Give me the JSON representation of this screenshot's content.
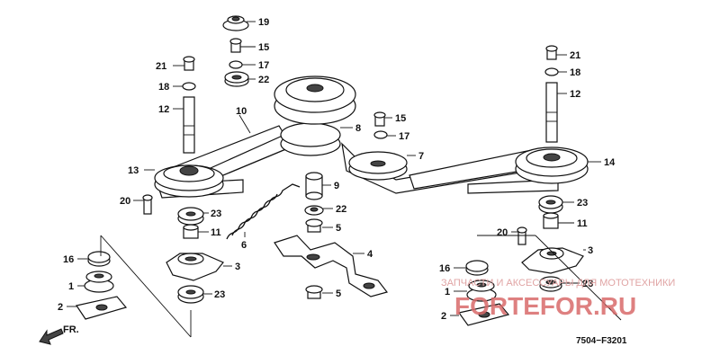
{
  "diagram": {
    "code": "7504−F3201",
    "watermark_line": "ЗАПЧАСТИ И АКСЕССУАРЫ ДЛЯ МОТОТЕХНИКИ",
    "watermark_brand": "FORTEFOR.RU",
    "direction_label": "FR.",
    "callouts": {
      "c19": "19",
      "c15a": "15",
      "c17a": "17",
      "c22a": "22",
      "c21a": "21",
      "c18a": "18",
      "c12a": "12",
      "c10": "10",
      "c8": "8",
      "c15b": "15",
      "c17b": "17",
      "c7": "7",
      "c21b": "21",
      "c18b": "18",
      "c12b": "12",
      "c14": "14",
      "c13": "13",
      "c9": "9",
      "c22b": "22",
      "c5a": "5",
      "c20a": "20",
      "c23a": "23",
      "c11a": "11",
      "c6": "6",
      "c4": "4",
      "c16a": "16",
      "c3a": "3",
      "c1a": "1",
      "c2a": "2",
      "c23b": "23",
      "c5b": "5",
      "c23c": "23",
      "c11b": "11",
      "c20b": "20",
      "c3b": "3",
      "c16b": "16",
      "c1b": "1",
      "c23d": "23",
      "c2b": "2"
    }
  }
}
